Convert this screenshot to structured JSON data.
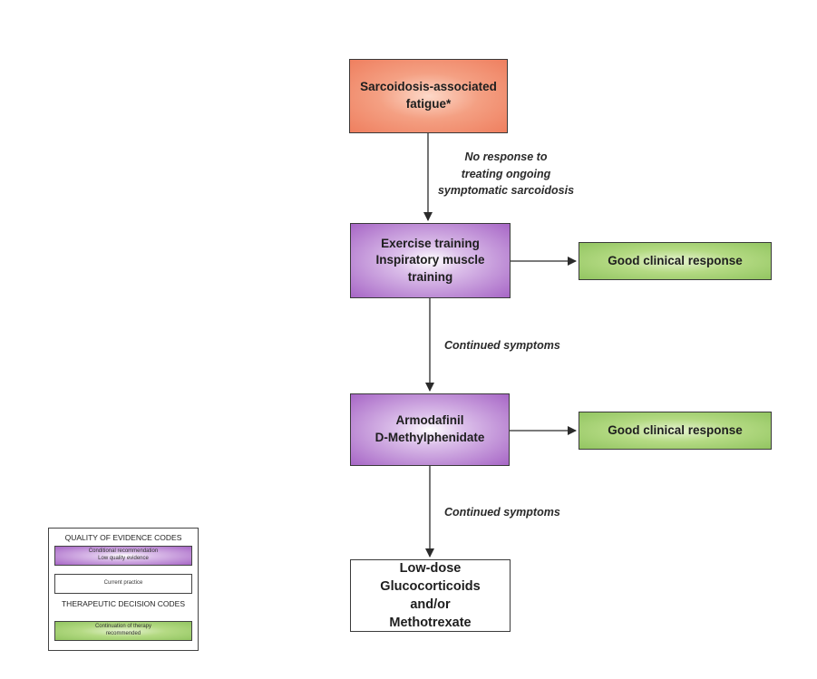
{
  "nodes": {
    "fatigue": [
      "Sarcoidosis-associated",
      "fatigue*"
    ],
    "exercise": [
      "Exercise training",
      "Inspiratory muscle",
      "training"
    ],
    "armodafinil": [
      "Armodafinil",
      "D-Methylphenidate"
    ],
    "lowdose": [
      "Low-dose",
      "Glucocorticoids",
      "and/or",
      "Methotrexate"
    ],
    "good_response_1": "Good clinical response",
    "good_response_2": "Good clinical response"
  },
  "edge_labels": {
    "no_response": [
      "No response to",
      "treating ongoing",
      "symptomatic sarcoidosis"
    ],
    "continued_1": "Continued symptoms",
    "continued_2": "Continued symptoms"
  },
  "legend": {
    "quality_heading": "QUALITY OF EVIDENCE CODES",
    "conditional": [
      "Conditional recommendation",
      "Low quality evidence"
    ],
    "current_practice": "Current practice",
    "therapeutic_heading": "THERAPEUTIC DECISION CODES",
    "continuation": [
      "Continuation of therapy",
      "recommended"
    ]
  },
  "colors": {
    "orange": "#ef7f5f",
    "purple": "#a766c6",
    "green": "#92c561",
    "arrow": "#2b2b2b"
  }
}
